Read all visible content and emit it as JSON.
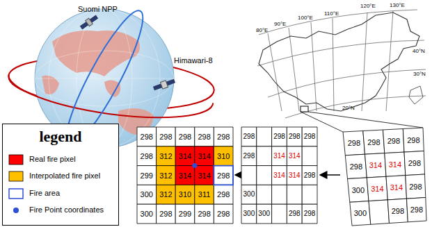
{
  "diagram": {
    "labels": [
      "Suomi NPP",
      "Himawari-8",
      "80°E",
      "90°E",
      "100°E",
      "110°E",
      "120°E",
      "130°E",
      "40°N",
      "30°N",
      "20°N",
      "legend",
      "298",
      "298",
      "298",
      "298",
      "298",
      "298",
      "312",
      "314",
      "314",
      "310",
      "299",
      "312",
      "314",
      "314",
      "298",
      "300",
      "312",
      "310",
      "311",
      "298",
      "300",
      "298",
      "299",
      "298",
      "298",
      "298",
      "298",
      "298",
      "298",
      "298",
      "314",
      "314",
      "314",
      "314",
      "298",
      "300",
      "300",
      "300",
      "298",
      "298",
      "298",
      "298",
      "298",
      "298",
      "298",
      "314",
      "314",
      "298",
      "300",
      "314",
      "314",
      "298",
      "300",
      "298",
      "298"
    ],
    "legend": [
      {
        "text": "Real fire pixel",
        "color": "#ff0000"
      },
      {
        "text": "Interpolated fire pixel",
        "color": "#ffc000"
      },
      {
        "text": "Fire area"
      },
      {
        "text": "Fire Point coordinates"
      }
    ]
  }
}
